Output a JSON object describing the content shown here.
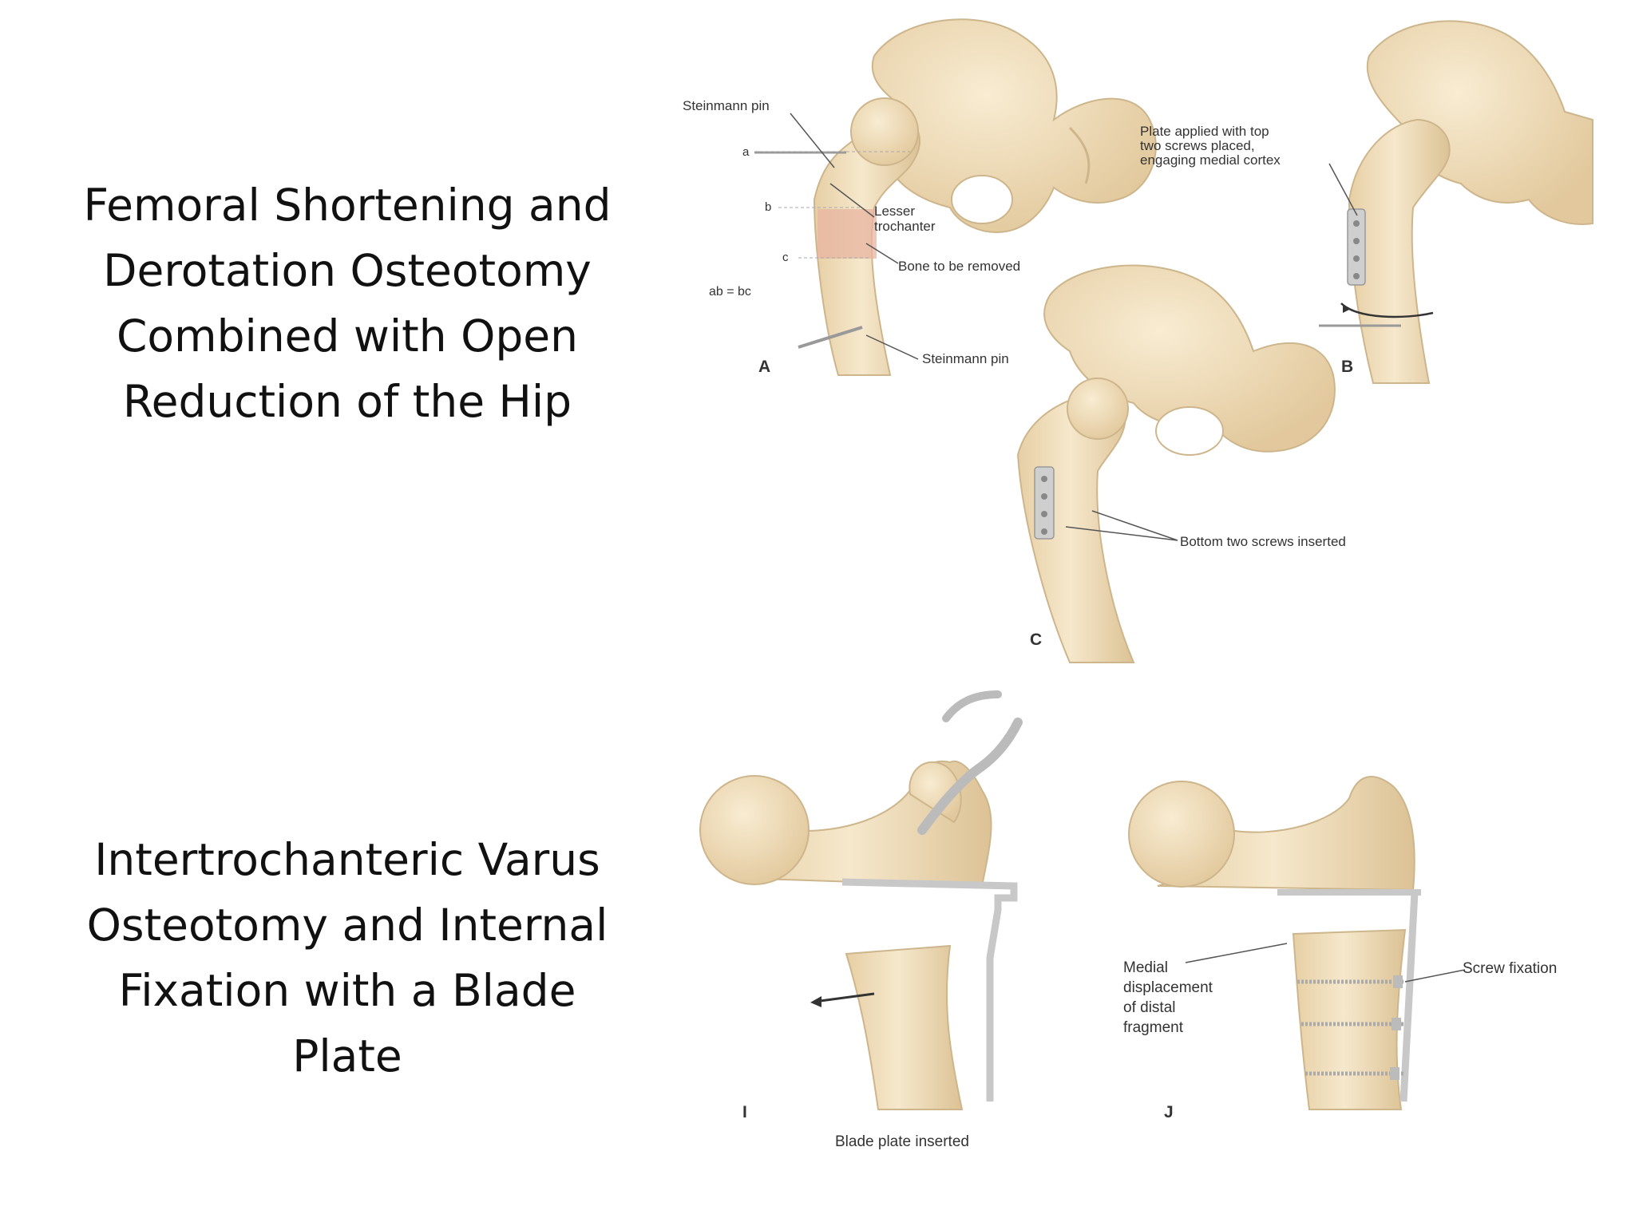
{
  "heading_top": {
    "lines": [
      "Femoral Shortening and",
      "Derotation Osteotomy",
      "Combined with Open",
      "Reduction of the Hip"
    ]
  },
  "heading_bottom": {
    "lines": [
      "Intertrochanteric Varus",
      "Osteotomy and Internal",
      "Fixation with a Blade",
      "Plate"
    ]
  },
  "figure_top": {
    "panel_letters": [
      "A",
      "B",
      "C"
    ],
    "labels": {
      "steinmann_pin_top": "Steinmann pin",
      "a": "a",
      "b": "b",
      "c": "c",
      "ab_bc": "ab = bc",
      "lesser_trochanter": [
        "Lesser",
        "trochanter"
      ],
      "bone_to_be_removed": "Bone to be removed",
      "steinmann_pin_bottom": "Steinmann pin",
      "plate_applied": [
        "Plate applied with top",
        "two screws placed,",
        "engaging medial cortex"
      ],
      "bottom_two_screws": "Bottom two screws inserted"
    }
  },
  "figure_bottom": {
    "panel_letters": [
      "I",
      "J"
    ],
    "labels": {
      "blade_plate_inserted": "Blade plate inserted",
      "medial_displacement": [
        "Medial",
        "displacement",
        "of distal",
        "fragment"
      ],
      "screw_fixation": "Screw fixation"
    }
  },
  "colors": {
    "bone": "#efdcb6",
    "bone_edge": "#cdb58c",
    "bone_shadow": "#ddc49a",
    "removed_bone": "#e8b4a0",
    "metal": "#c8c8c8",
    "leader": "#555555"
  }
}
